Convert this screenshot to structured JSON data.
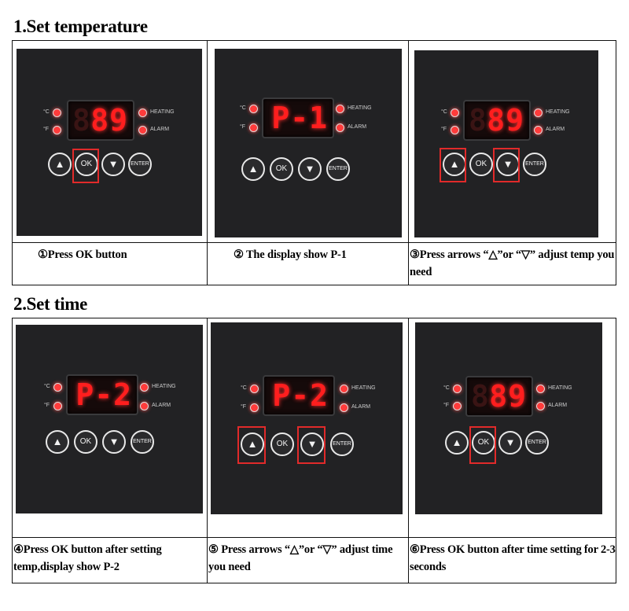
{
  "section1": {
    "title": "1.Set temperature",
    "steps": [
      {
        "caption": "①Press OK button",
        "display": "89",
        "highlight": "ok"
      },
      {
        "caption": "② The display show P-1",
        "display": "P-1",
        "highlight": "none"
      },
      {
        "caption": "③Press arrows “△”or “▽” adjust temp you need",
        "display": "89",
        "highlight": "arrows"
      }
    ]
  },
  "section2": {
    "title": "2.Set time",
    "steps": [
      {
        "caption": "④Press OK button after setting temp,display show P-2",
        "display": "P-2",
        "highlight": "none"
      },
      {
        "caption": "⑤ Press arrows “△”or “▽” adjust time you need",
        "display": "P-2",
        "highlight": "arrows"
      },
      {
        "caption": "⑥Press OK button after time setting for 2-3 seconds",
        "display": "89",
        "highlight": "ok"
      }
    ]
  },
  "panel": {
    "celsius_label": "°C",
    "fahrenheit_label": "°F",
    "heating_label": "HEATING",
    "alarm_label": "ALARM",
    "up_symbol": "▲",
    "ok_label": "OK",
    "down_symbol": "▼",
    "enter_label": "ENTER",
    "ghost_digit": "8"
  },
  "colors": {
    "panel_bg": "#222224",
    "segment_red": "#ff1e1e",
    "highlight_red": "#e12a2a"
  }
}
